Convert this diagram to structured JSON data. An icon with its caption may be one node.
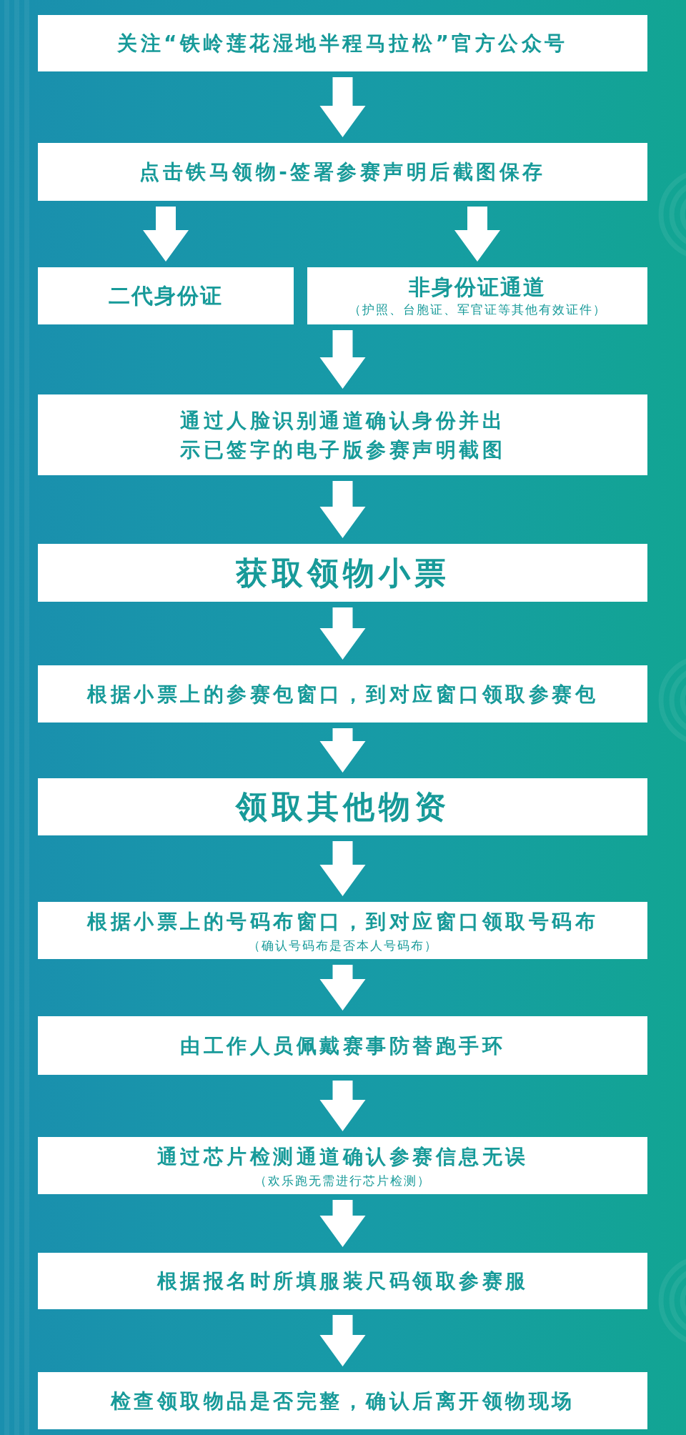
{
  "diagram": {
    "nodes": [
      {
        "text": [
          "关注“铁岭莲花湿地半程马拉松”官方公众号"
        ]
      },
      {
        "text": [
          "点击铁马领物-签署参赛声明后截图保存"
        ]
      },
      {
        "text": [
          "二代身份证"
        ]
      },
      {
        "text": [
          "非身份证通道",
          "（护照、台胞证、军官证等其他有效证件）"
        ]
      },
      {
        "text": [
          "通过人脸识别通道确认身份并出示已签字的电子版参赛声明截图"
        ]
      },
      {
        "text": [
          "获取领物小票"
        ]
      },
      {
        "text": [
          "根据小票上的参赛包窗口，到对应窗口领取参赛包"
        ]
      },
      {
        "text": [
          "领取其他物资"
        ]
      },
      {
        "text": [
          "根据小票上的号码布窗口，到对应窗口领取号码布",
          "（确认号码布是否本人号码布）"
        ]
      },
      {
        "text": [
          "由工作人员佩戴赛事防替跑手环"
        ]
      },
      {
        "text": [
          "通过芯片检测通道确认参赛信息无误",
          "（欢乐跑无需进行芯片检测）"
        ]
      },
      {
        "text": [
          "根据报名时所填服装尺码领取参赛服"
        ]
      },
      {
        "text": [
          "检查领取物品是否完整，确认后离开领物现场"
        ]
      }
    ],
    "edges": [
      {
        "from": 0,
        "to": 1,
        "arrow": "to"
      },
      {
        "from": 1,
        "to": 2,
        "arrow": "to"
      },
      {
        "from": 1,
        "to": 3,
        "arrow": "to"
      },
      {
        "from": 2,
        "to": 4,
        "arrow": "to"
      },
      {
        "from": 3,
        "to": 4,
        "arrow": "to"
      },
      {
        "from": 4,
        "to": 5,
        "arrow": "to"
      },
      {
        "from": 5,
        "to": 6,
        "arrow": "to"
      },
      {
        "from": 6,
        "to": 7,
        "arrow": "to"
      },
      {
        "from": 7,
        "to": 8,
        "arrow": "to"
      },
      {
        "from": 8,
        "to": 9,
        "arrow": "to"
      },
      {
        "from": 9,
        "to": 10,
        "arrow": "to"
      },
      {
        "from": 10,
        "to": 11,
        "arrow": "to"
      },
      {
        "from": 11,
        "to": 12,
        "arrow": "to"
      }
    ]
  }
}
